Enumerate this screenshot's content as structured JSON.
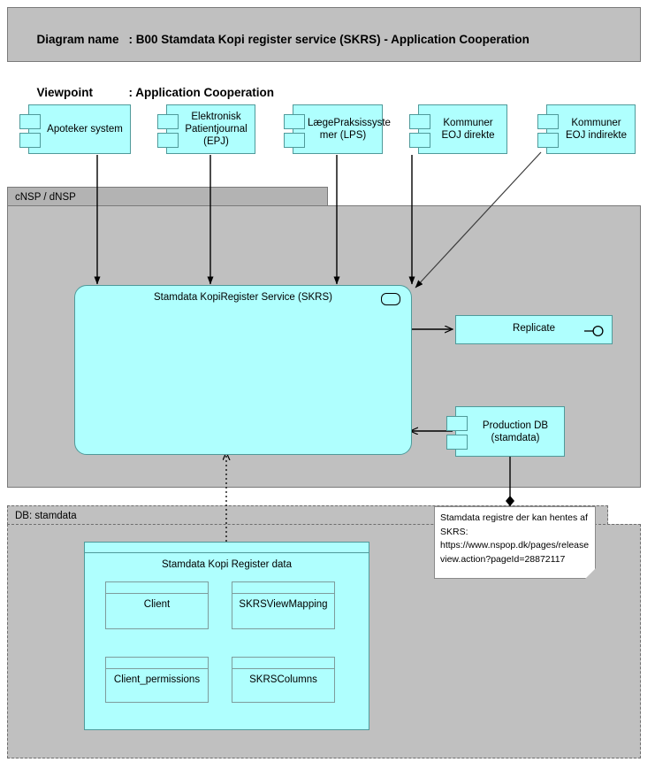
{
  "diagram": {
    "header": {
      "name_key": "Diagram name",
      "name_sep": ": B00 Stamdata Kopi register service (SKRS) - Application Cooperation",
      "viewpoint_key": "Viewpoint",
      "viewpoint_sep": ": Application Cooperation"
    },
    "colors": {
      "component_fill": "#AFFFFE",
      "component_stroke": "#4F9A9A",
      "group_fill": "#C0C0C0",
      "group_tab_fill": "#B3B3B3",
      "group_stroke": "#7A7A7A",
      "note_fill": "#FFFFFF",
      "connector": "#000000"
    },
    "top_components": [
      {
        "label": "Apoteker system",
        "icon": "component-icon"
      },
      {
        "label": "Elektronisk Patientjournal (EPJ)",
        "icon": "component-icon"
      },
      {
        "label": "LægePraksissyste mer (LPS)",
        "icon": "component-icon"
      },
      {
        "label": "Kommuner EOJ direkte",
        "icon": "component-icon"
      },
      {
        "label": "Kommuner EOJ indirekte",
        "icon": "component-icon"
      }
    ],
    "groups": {
      "nsp": {
        "label": "cNSP / dNSP"
      },
      "db": {
        "label": "DB: stamdata"
      }
    },
    "service": {
      "label": "Stamdata KopiRegister Service (SKRS)",
      "icon": "application-service-icon"
    },
    "replicate": {
      "label": "Replicate",
      "icon": "provided-interface-lollipop-icon"
    },
    "production_db": {
      "label": "Production DB (stamdata)",
      "icon": "component-icon"
    },
    "data_container": {
      "label": "Stamdata Kopi Register data",
      "entities": [
        {
          "label": "Client"
        },
        {
          "label": "SKRSViewMapping"
        },
        {
          "label": "Client_permissions"
        },
        {
          "label": "SKRSColumns"
        }
      ]
    },
    "note": {
      "text": "Stamdata registre der kan hentes af SKRS: https://www.nspop.dk/pages/releaseview.action?pageId=28872117"
    }
  }
}
